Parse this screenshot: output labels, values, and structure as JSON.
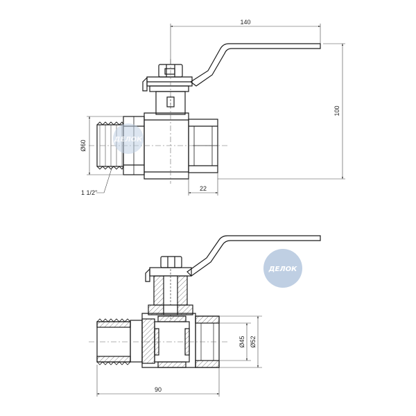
{
  "dimensions": {
    "handle_length": "140",
    "height": "100",
    "diameter_outer": "Ø60",
    "thread_size": "1 1/2\"",
    "female_thread_depth": "22",
    "bore_diameter": "Ø45",
    "body_inner_diameter": "Ø52",
    "overall_length": "90"
  },
  "logo": {
    "text": "ДЕЛОК",
    "color": "#bfcfe3"
  },
  "colors": {
    "line": "#1a1a1a",
    "dim_line": "#444444",
    "hatch": "#555555"
  }
}
